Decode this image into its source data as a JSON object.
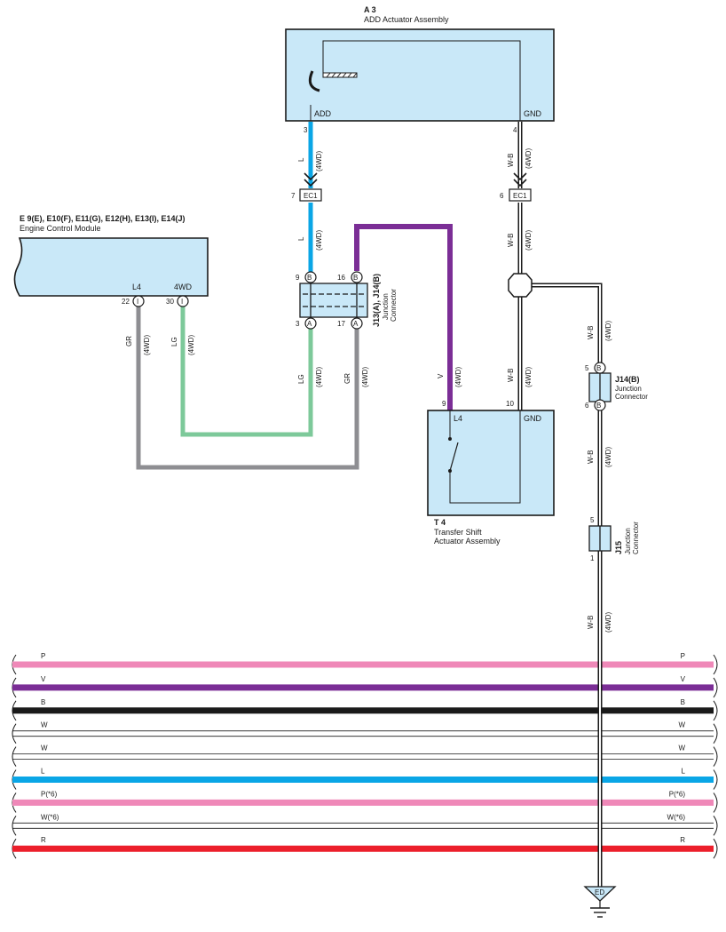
{
  "colors": {
    "L": "#0aa6e6",
    "V": "#7b2e96",
    "LG": "#7dc99a",
    "GR": "#8e8e92",
    "P": "#ef88b8",
    "B": "#1a1a1a",
    "R": "#ec1f2b",
    "W": "#ffffff",
    "component_fill": "#c9e8f8"
  },
  "components": {
    "a3": {
      "code": "A 3",
      "name": "ADD Actuator Assembly",
      "pin_add": "ADD",
      "pin_gnd": "GND"
    },
    "ecm": {
      "code": "E 9(E), E10(F), E11(G), E12(H), E13(I), E14(J)",
      "name": "Engine Control Module",
      "pin_l4": "L4",
      "pin_4wd": "4WD"
    },
    "t4": {
      "code": "T 4",
      "name1": "Transfer Shift",
      "name2": "Actuator Assembly",
      "pin_l4": "L4",
      "pin_gnd": "GND"
    },
    "j13": {
      "code": "J13(A), J14(B)",
      "label1": "Junction",
      "label2": "Connector"
    },
    "j14": {
      "code": "J14(B)",
      "label1": "Junction",
      "label2": "Connector"
    },
    "j15": {
      "code": "J15",
      "label1": "Junction",
      "label2": "Connector"
    },
    "ec1": "EC1",
    "ground": "ED"
  },
  "pins": {
    "a3_add": "3",
    "a3_gnd": "4",
    "ec1_left": "7",
    "ec1_right": "6",
    "ecm_l4": "22",
    "ecm_4wd": "30",
    "ecm_marker": "I",
    "j13_tl": "9",
    "j13_tr": "16",
    "j13_bl": "3",
    "j13_br": "17",
    "j_b": "B",
    "j_a": "A",
    "t4_l4": "9",
    "t4_gnd": "10",
    "j14_top": "5",
    "j14_bot": "6",
    "j15_top": "5",
    "j15_bot": "1"
  },
  "wires": {
    "l": "L",
    "wb": "W-B",
    "lg": "LG",
    "gr": "GR",
    "v": "V",
    "fwd": "(4WD)"
  },
  "legend": [
    {
      "label": "P",
      "color": "#ef88b8"
    },
    {
      "label": "V",
      "color": "#7b2e96"
    },
    {
      "label": "B",
      "color": "#1a1a1a"
    },
    {
      "label": "W",
      "color": "#ffffff"
    },
    {
      "label": "W",
      "color": "#ffffff"
    },
    {
      "label": "L",
      "color": "#0aa6e6"
    },
    {
      "label": "P(*6)",
      "color": "#ef88b8"
    },
    {
      "label": "W(*6)",
      "color": "#ffffff"
    },
    {
      "label": "R",
      "color": "#ec1f2b"
    }
  ]
}
